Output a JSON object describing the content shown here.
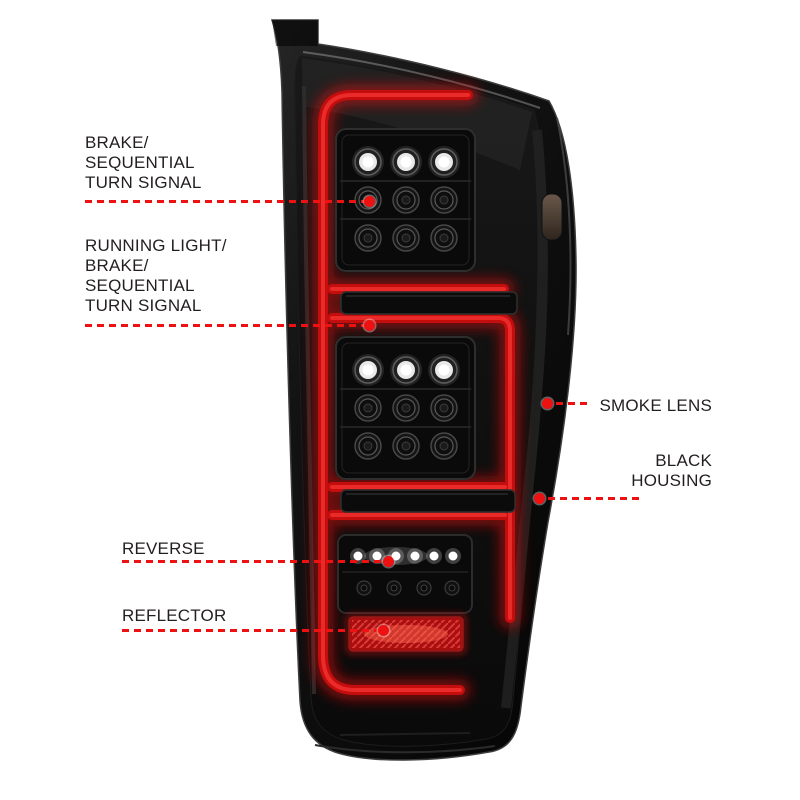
{
  "colors": {
    "background": "#ffffff",
    "callout_red": "#ee1111",
    "text_dark": "#231f20",
    "housing_black": "#0d0d0d",
    "light_bar_red": "#c40d0d",
    "led_white": "#ffffff",
    "reflector_red": "#b31111"
  },
  "diagram": {
    "callouts": [
      {
        "id": "brake",
        "label": "BRAKE/\nSEQUENTIAL\nTURN SIGNAL"
      },
      {
        "id": "running",
        "label": "RUNNING LIGHT/\nBRAKE/\nSEQUENTIAL\nTURN SIGNAL"
      },
      {
        "id": "smoke",
        "label": "SMOKE LENS"
      },
      {
        "id": "black",
        "label": "BLACK\nHOUSING"
      },
      {
        "id": "reverse",
        "label": "REVERSE"
      },
      {
        "id": "reflector",
        "label": "REFLECTOR"
      }
    ]
  }
}
